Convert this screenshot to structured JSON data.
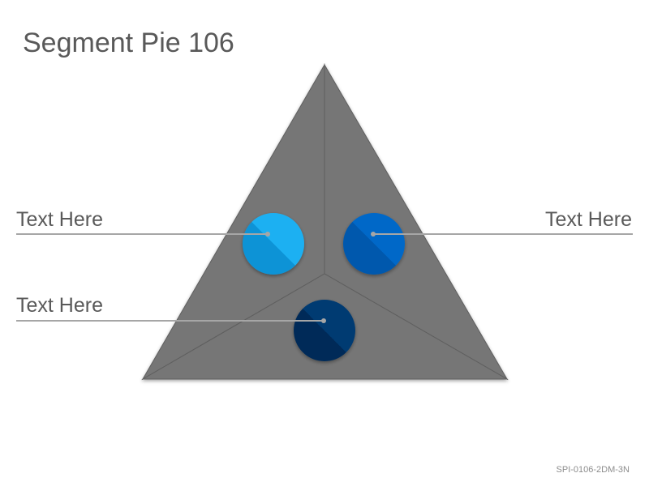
{
  "slide": {
    "title": "Segment Pie 106",
    "code": "SPI-0106-2DM-3N"
  },
  "labels": [
    {
      "id": "left-top",
      "text": "Text Here"
    },
    {
      "id": "right-top",
      "text": "Text Here"
    },
    {
      "id": "left-bottom",
      "text": "Text Here"
    }
  ],
  "colors": {
    "triangle": "#767676",
    "triangle_edge": "#5f5f5f",
    "circle_1": "#14a7ec",
    "circle_2": "#0563c1",
    "circle_3": "#043568",
    "leader_line": "#a6a6a6",
    "text": "#595959"
  }
}
